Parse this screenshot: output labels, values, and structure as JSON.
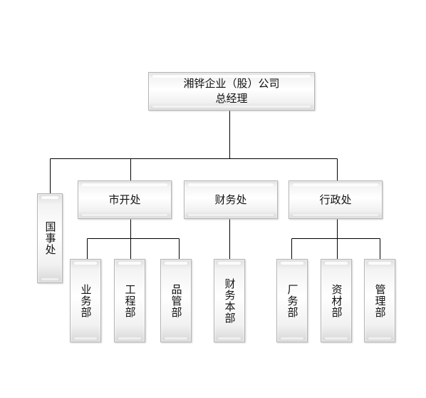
{
  "org_chart": {
    "root": {
      "id": "gm",
      "lines": [
        "湘铧企业（股）公司",
        "总经理"
      ]
    },
    "departments": [
      {
        "id": "affairs",
        "label": "国事处",
        "orientation": "vertical",
        "children": []
      },
      {
        "id": "market",
        "label": "市开处",
        "orientation": "horizontal",
        "children": [
          {
            "id": "business",
            "label": "业务部"
          },
          {
            "id": "engineering",
            "label": "工程部"
          },
          {
            "id": "quality",
            "label": "品管部"
          }
        ]
      },
      {
        "id": "finance",
        "label": "财务处",
        "orientation": "horizontal",
        "children": [
          {
            "id": "finance-hq",
            "label": "财务本部"
          }
        ]
      },
      {
        "id": "admin",
        "label": "行政处",
        "orientation": "horizontal",
        "children": [
          {
            "id": "factory",
            "label": "厂务部"
          },
          {
            "id": "materials",
            "label": "资材部"
          },
          {
            "id": "management",
            "label": "管理部"
          }
        ]
      }
    ]
  }
}
